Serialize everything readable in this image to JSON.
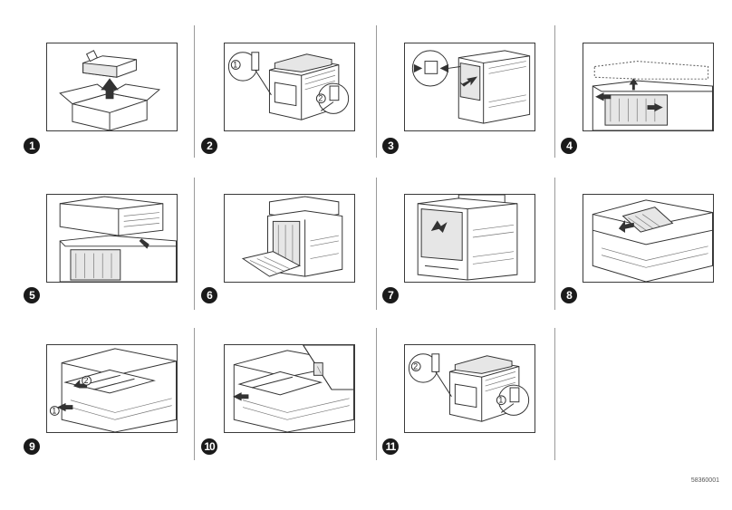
{
  "steps": [
    {
      "number": "1",
      "icon": "unpack-box-icon"
    },
    {
      "number": "2",
      "icon": "power-off-unplug-icon"
    },
    {
      "number": "3",
      "icon": "open-rear-door-icon"
    },
    {
      "number": "4",
      "icon": "remove-top-cover-icon"
    },
    {
      "number": "5",
      "icon": "lift-cover-icon"
    },
    {
      "number": "6",
      "icon": "open-duplex-unit-icon"
    },
    {
      "number": "7",
      "icon": "close-rear-door-icon"
    },
    {
      "number": "8",
      "icon": "insert-output-tray-icon"
    },
    {
      "number": "9",
      "icon": "attach-tray-icon"
    },
    {
      "number": "10",
      "icon": "secure-tray-icon"
    },
    {
      "number": "11",
      "icon": "plug-in-power-on-icon"
    }
  ],
  "callouts": {
    "one": "1",
    "two": "2"
  },
  "footer": {
    "code": "58360001"
  },
  "colors": {
    "line": "#333333",
    "badge": "#1a1a1a",
    "divider": "#9a9a9a"
  }
}
